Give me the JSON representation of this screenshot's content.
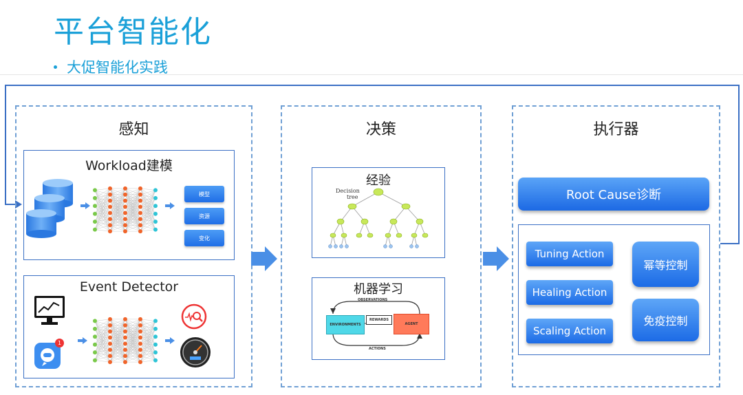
{
  "header": {
    "title": "平台智能化",
    "subtitle": "大促智能化实践"
  },
  "panels": {
    "perception": {
      "title": "感知",
      "workload": {
        "title": "Workload建模",
        "outputs": [
          "模型",
          "资源",
          "变化"
        ]
      },
      "event": {
        "title": "Event Detector",
        "notification_badge": "1"
      }
    },
    "decision": {
      "title": "决策",
      "experience": {
        "title": "经验",
        "tree_label_line1": "Decision",
        "tree_label_line2": "tree"
      },
      "ml": {
        "title": "机器学习",
        "observations": "OBSERVATIONS",
        "environments": "ENVIRONMENTS",
        "rewards": "REWARDS",
        "agent": "AGENT",
        "actions": "ACTIONS"
      }
    },
    "executor": {
      "title": "执行器",
      "root_cause": "Root Cause诊断",
      "actions": [
        "Tuning Action",
        "Healing Action",
        "Scaling Action"
      ],
      "controls": [
        "幂等控制",
        "免疫控制"
      ]
    }
  },
  "colors": {
    "title_blue": "#1aa0d8",
    "panel_border": "#6f9fd4",
    "button_blue": "#1f6ee6",
    "arrow_blue": "#4a8fe6",
    "loop_line": "#3a6fc4"
  }
}
